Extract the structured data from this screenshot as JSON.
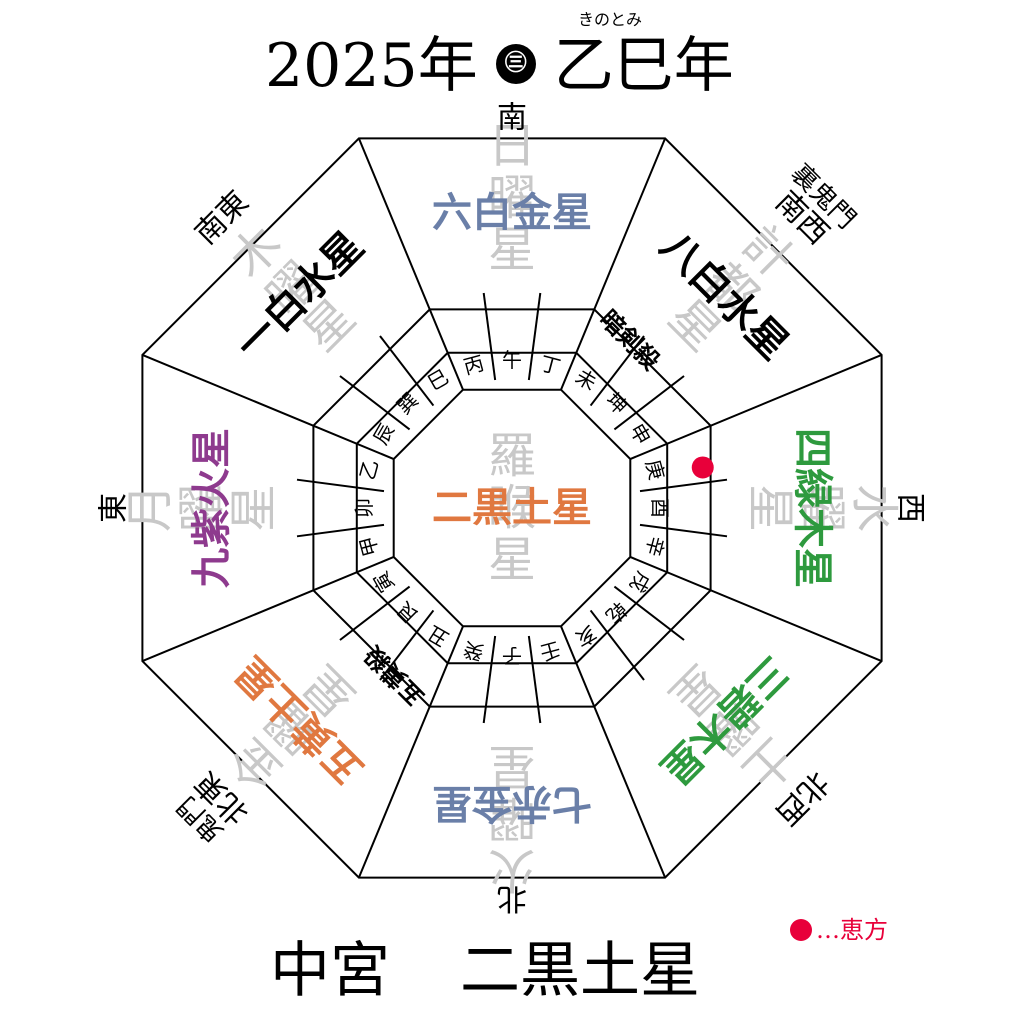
{
  "title": {
    "year": "2025年",
    "circle": "㊂",
    "eto": "乙巳年",
    "ruby": "きのとみ"
  },
  "center_title": {
    "label": "中宮",
    "star": "二黒土星"
  },
  "legend": {
    "text": "…恵方",
    "color": "#e8003a"
  },
  "colors": {
    "blue": "#6a7fa8",
    "black": "#000000",
    "green": "#2e9a3e",
    "purple": "#8e3a8e",
    "orange": "#e07840",
    "ghost": "#c8c8c8"
  },
  "directions": {
    "south": "南",
    "north": "北",
    "east": "東",
    "west": "西",
    "southeast": "南東",
    "southwest": "南西",
    "northeast": "北東",
    "northwest": "北西",
    "ura_kimon": "裏鬼門",
    "kimon": "鬼門"
  },
  "stars": {
    "south": "六白金星",
    "southwest": "八白水星",
    "west": "四緑木星",
    "northwest": "三碧木星",
    "north": "七赤金星",
    "northeast": "五黄土星",
    "east": "九紫火星",
    "southeast": "一白水星",
    "center": "二黒土星"
  },
  "ghost_stars": {
    "south": "日曜星",
    "southwest": "計都星",
    "west": "水曜星",
    "northwest": "土曜星",
    "north": "火曜星",
    "northeast": "金曜星",
    "east": "月曜星",
    "southeast": "木曜星",
    "center": "羅睺星"
  },
  "markers": {
    "anken": "暗剣殺",
    "goou": "五黄殺"
  },
  "ring_inner": [
    "丙",
    "午",
    "丁",
    "未",
    "坤",
    "申",
    "庚",
    "酉",
    "辛",
    "戌",
    "乾",
    "亥",
    "壬",
    "子",
    "癸",
    "丑",
    "艮",
    "寅",
    "甲",
    "卯",
    "乙",
    "辰",
    "巽",
    "巳"
  ]
}
